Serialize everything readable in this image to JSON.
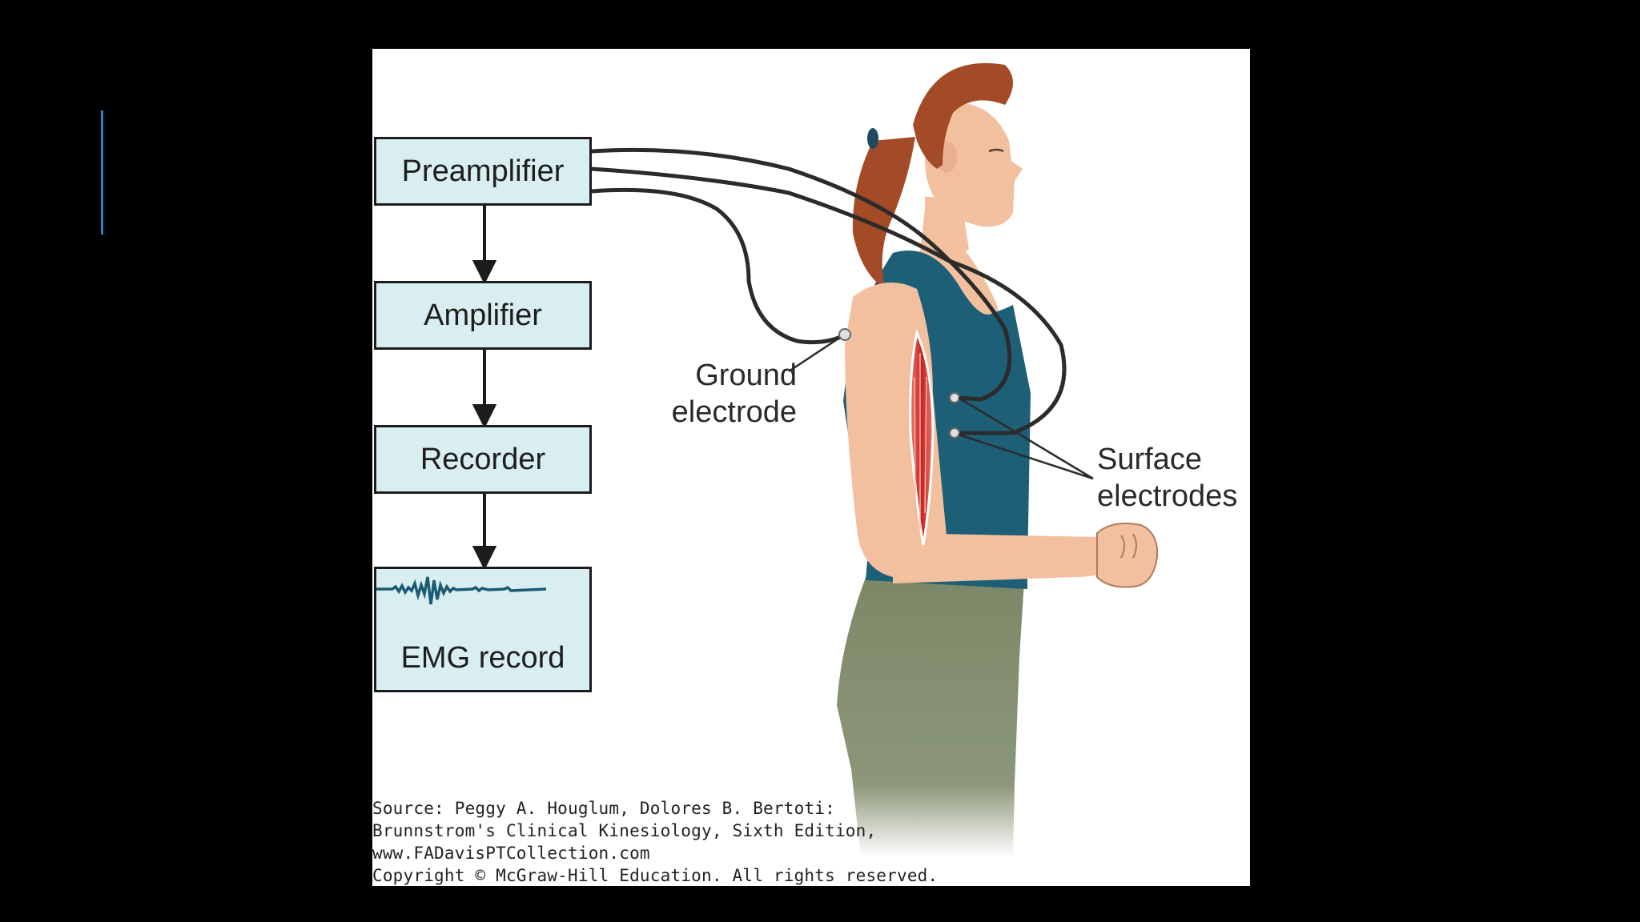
{
  "diagram": {
    "blocks": {
      "preamplifier": "Preamplifier",
      "amplifier": "Amplifier",
      "recorder": "Recorder",
      "emg_record": "EMG record"
    },
    "labels": {
      "ground_line1": "Ground",
      "ground_line2": "electrode",
      "surface_line1": "Surface",
      "surface_line2": "electrodes"
    }
  },
  "source": {
    "line1": "Source: Peggy A. Houglum, Dolores B. Bertoti:",
    "line2": "Brunnstrom's Clinical Kinesiology, Sixth Edition,",
    "line3": "www.FADavisPTCollection.com",
    "line4": "Copyright © McGraw-Hill Education. All rights reserved."
  },
  "colors": {
    "background": "#000000",
    "accent": "#2f7fd0",
    "block_fill": "#d9eef0",
    "shirt": "#1e5f78",
    "skin": "#f2c09e",
    "hair": "#a34a26",
    "pants": "#7b8766",
    "muscle": "#d33a32"
  }
}
